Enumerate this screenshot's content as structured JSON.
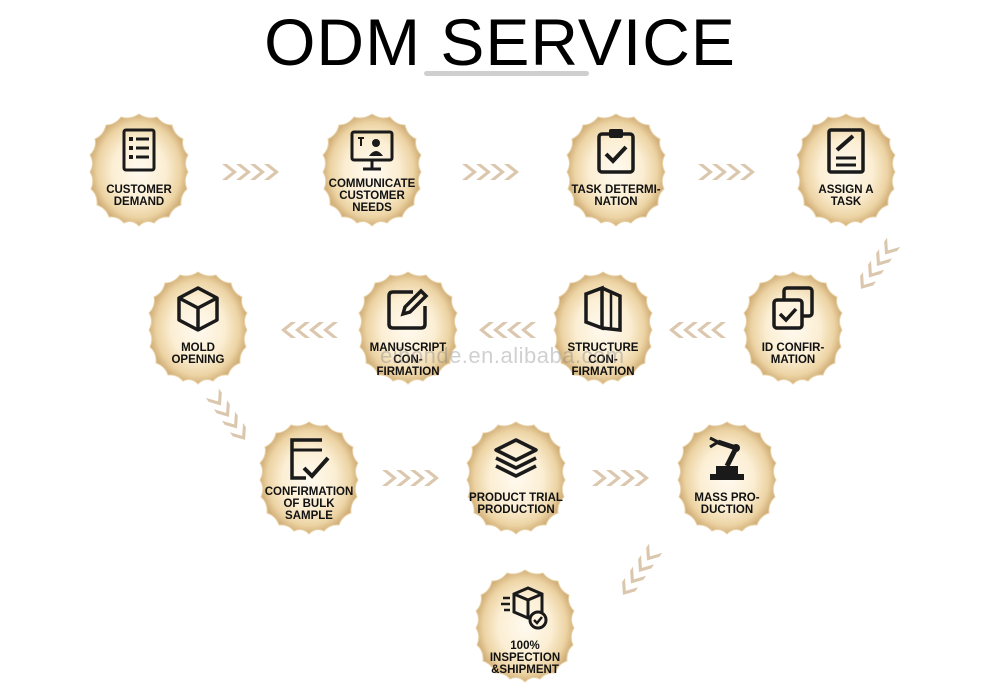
{
  "title": "ODM SERVICE",
  "watermark": "eibonde.en.alibaba.com",
  "colors": {
    "badge_center": "#fff8ea",
    "badge_edge": "#dcbf8a",
    "arrow": "#d9c7b1",
    "icon": "#1a1a1a"
  },
  "steps": [
    {
      "label": "CUSTOMER\nDEMAND",
      "icon": "list-icon"
    },
    {
      "label": "COMMUNICATE\nCUSTOMER\nNEEDS",
      "icon": "monitor-user-icon"
    },
    {
      "label": "TASK DETERMI-\nNATION",
      "icon": "clipboard-check-icon"
    },
    {
      "label": "ASSIGN A\nTASK",
      "icon": "document-pen-icon"
    },
    {
      "label": "ID CONFIR-\nMATION",
      "icon": "stacked-check-icon"
    },
    {
      "label": "STRUCTURE CON-\nFIRMATION",
      "icon": "folded-panel-icon"
    },
    {
      "label": "MANUSCRIPT CON-\nFIRMATION",
      "icon": "edit-icon"
    },
    {
      "label": "MOLD\nOPENING",
      "icon": "box-icon"
    },
    {
      "label": "CONFIRMATION\nOF BULK\nSAMPLE",
      "icon": "form-check-icon"
    },
    {
      "label": "PRODUCT TRIAL\nPRODUCTION",
      "icon": "layers-icon"
    },
    {
      "label": "MASS PRO-\nDUCTION",
      "icon": "robot-arm-icon"
    },
    {
      "label": "100% INSPECTION\n&SHIPMENT",
      "icon": "package-check-icon"
    }
  ]
}
